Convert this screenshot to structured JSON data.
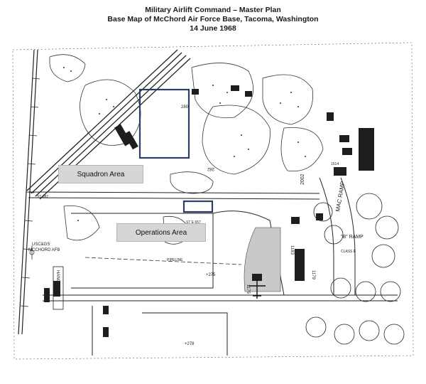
{
  "title": {
    "line1": "Military Airlift Command – Master Plan",
    "line2": "Base Map of McChord Air Force Base, Tacoma, Washington",
    "line3": "14 June 1968"
  },
  "areas": {
    "squadron": "Squadron Area",
    "operations": "Operations Area"
  },
  "map_labels": {
    "mac_ramp": "MAC RAMP",
    "b_ramp": "\"B\" RAMP",
    "usc_gs": "USC&GS",
    "mcchord_afb": "MCCHORD AFB",
    "hangar": "HANGAR",
    "pipeline": "PIPELINE",
    "contour_280": "280",
    "contour_282": "282",
    "elev_278": "+278",
    "elev_275": "+275",
    "bldg_2002": "2002",
    "bldg_1183": "1183",
    "bldg_1179": "1179",
    "bldg_1175": "1175",
    "bldg_1514": "1514",
    "class_e": "CLASS E",
    "st_e_657": "ST E 657",
    "st_682": "ST-682"
  },
  "colors": {
    "highlight_box": "#2c3e66",
    "area_fill": "#d6d6d6",
    "line_ink": "#2a2a2a"
  }
}
